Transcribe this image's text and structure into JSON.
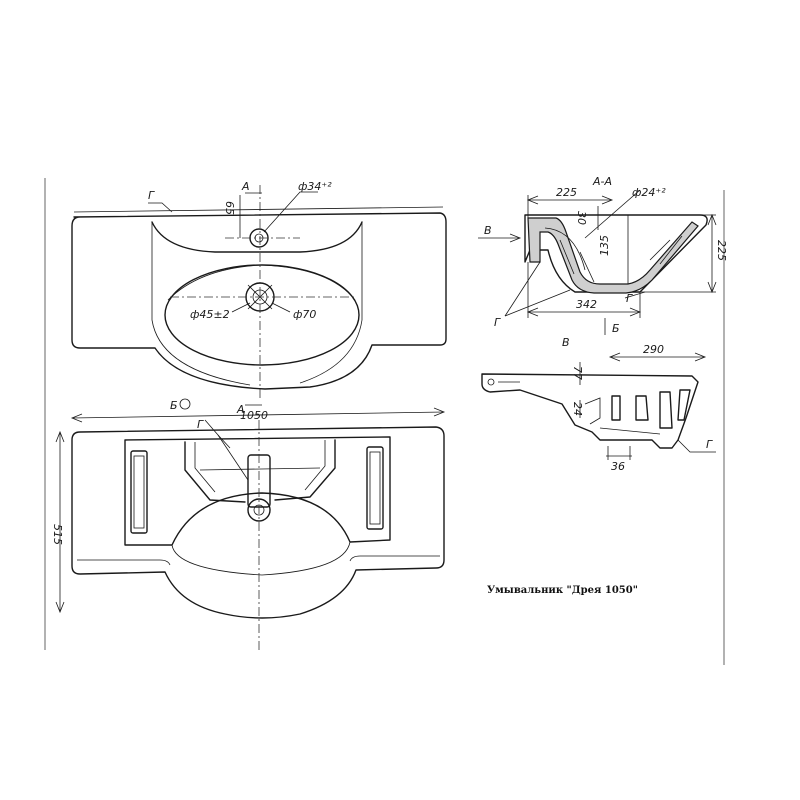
{
  "title": "Умывальник \"Дрея 1050\"",
  "dimensions": {
    "overall_width": "1050",
    "overall_depth": "515",
    "tap_hole_offset": "65",
    "tap_hole_dia": "ф34⁺²",
    "drain_dia": "ф45±2",
    "overflow_dia": "ф70",
    "section_width": "225",
    "section_hole_dia": "ф24⁺²",
    "section_rim": "30",
    "section_bowl_depth": "135",
    "section_height": "225",
    "section_bottom": "342",
    "view_width": "290",
    "view_dim_a": "77",
    "view_dim_b": "24",
    "view_dim_c": "36"
  },
  "labels": {
    "g": "Г",
    "a": "А",
    "b": "Б",
    "b_circle": "Б",
    "v": "В",
    "section_aa": "А-А"
  }
}
